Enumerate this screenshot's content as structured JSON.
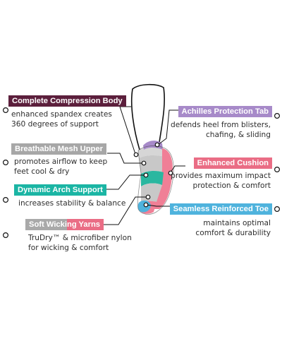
{
  "colors": {
    "compression": "#5c1f3c",
    "mesh": "#a7a7a7",
    "arch": "#1bb5a4",
    "wicking_gray": "#a9a9a9",
    "wicking_pink": "#ea6d85",
    "achilles": "#a78ac9",
    "cushion": "#ea6d85",
    "toe": "#4fb3dd",
    "sock_pink": "#f07f96",
    "sock_gray": "#c8c8c8",
    "sock_teal": "#2ab7a0"
  },
  "features": {
    "compression": {
      "title": "Complete Compression Body",
      "lines": [
        "enhanced spandex creates",
        "360 degrees of support"
      ]
    },
    "mesh": {
      "title": "Breathable Mesh Upper",
      "lines": [
        "promotes airflow to keep",
        "feet cool & dry"
      ]
    },
    "arch": {
      "title": "Dynamic Arch Support",
      "lines": [
        "increases stability & balance"
      ]
    },
    "wicking": {
      "title_part1": "Soft Wicki",
      "title_part2": "ng Yarns",
      "lines": [
        "TruDry™ & microfiber nylon",
        "for wicking & comfort"
      ]
    },
    "achilles": {
      "title": "Achilles Protection Tab",
      "lines": [
        "defends heel from blisters,",
        "chafing, & sliding"
      ]
    },
    "cushion": {
      "title": "Enhanced Cushion",
      "lines": [
        "provides maximum impact",
        "protection & comfort"
      ]
    },
    "toe": {
      "title": "Seamless Reinforced Toe",
      "lines": [
        "maintains optimal",
        "comfort & durability"
      ]
    }
  }
}
